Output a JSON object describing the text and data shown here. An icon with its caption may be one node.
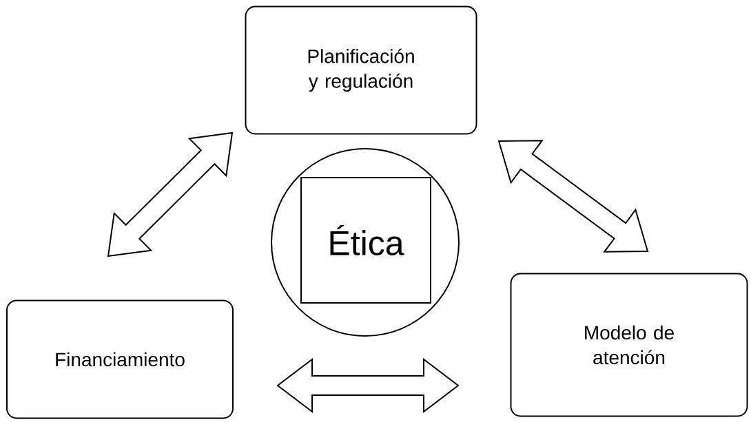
{
  "diagram": {
    "nodes": [
      {
        "text": [
          "Planificación y regulación"
        ]
      },
      {
        "text": [
          "Financiamiento"
        ]
      },
      {
        "text": [
          "Modelo de atención"
        ]
      },
      {
        "text": [],
        "shape": "circle"
      },
      {
        "text": [
          "Ética"
        ],
        "in": 3
      }
    ],
    "edges": [
      {
        "from": 1,
        "to": 0,
        "arrow": "both"
      },
      {
        "from": 0,
        "to": 2,
        "arrow": "both"
      },
      {
        "from": 1,
        "to": 2,
        "arrow": "both"
      }
    ]
  }
}
